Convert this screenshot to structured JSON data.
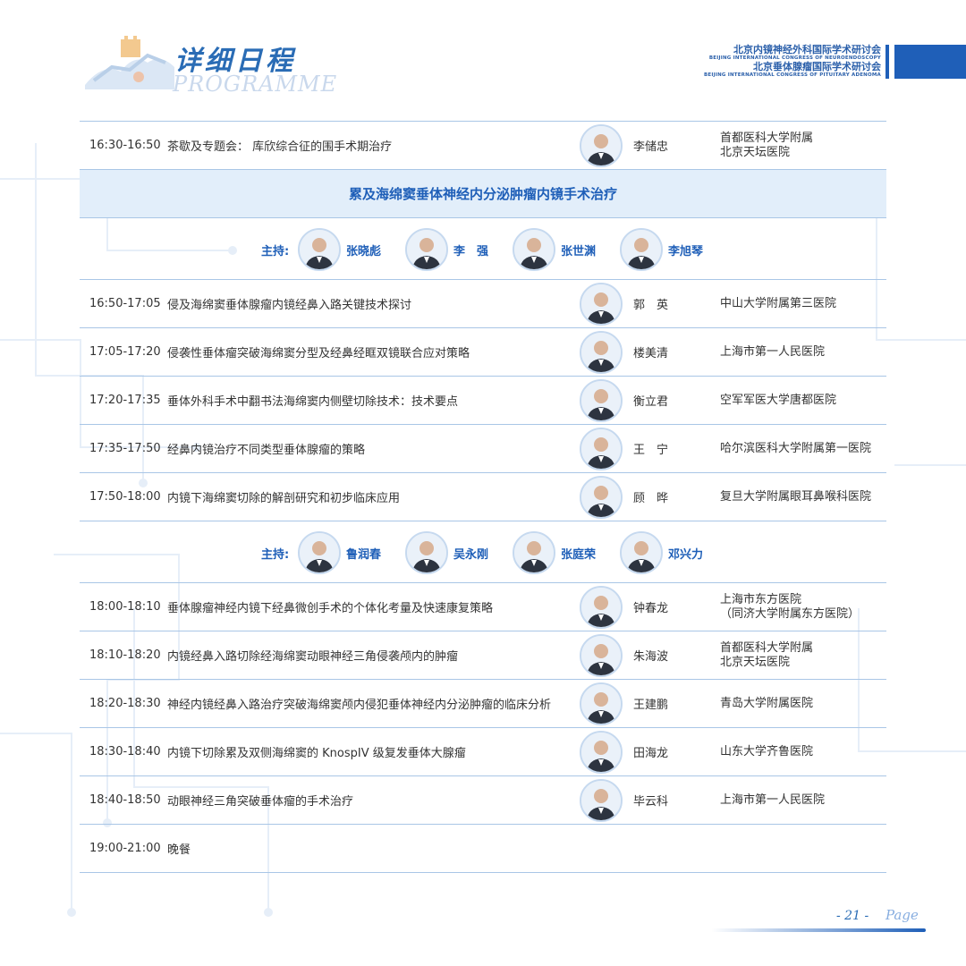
{
  "header": {
    "title_cn": "详细日程",
    "title_en": "PROGRAMME",
    "congress1_cn": "北京内镜神经外科国际学术研讨会",
    "congress1_en": "BEIJING INTERNATIONAL CONGRESS OF NEUROENDOSCOPY",
    "congress2_cn": "北京垂体腺瘤国际学术研讨会",
    "congress2_en": "BEIJING INTERNATIONAL CONGRESS OF PITUITARY ADENOMA"
  },
  "rows": [
    {
      "time": "16:30-16:50",
      "topic": "茶歇及专题会： 库欣综合征的围手术期治疗",
      "speaker": "李储忠",
      "inst": "首都医科大学附属\n北京天坛医院"
    }
  ],
  "section": {
    "title": "累及海绵窦垂体神经内分泌肿瘤内镜手术治疗"
  },
  "hosts1": {
    "label": "主持:",
    "names": [
      "张晓彪",
      "李　强",
      "张世渊",
      "李旭琴"
    ]
  },
  "rows2": [
    {
      "time": "16:50-17:05",
      "topic": "侵及海绵窦垂体腺瘤内镜经鼻入路关键技术探讨",
      "speaker": "郭　英",
      "inst": "中山大学附属第三医院"
    },
    {
      "time": "17:05-17:20",
      "topic": "侵袭性垂体瘤突破海绵窦分型及经鼻经眶双镜联合应对策略",
      "speaker": "楼美清",
      "inst": "上海市第一人民医院"
    },
    {
      "time": "17:20-17:35",
      "topic": "垂体外科手术中翻书法海绵窦内侧壁切除技术：技术要点",
      "speaker": "衡立君",
      "inst": "空军军医大学唐都医院"
    },
    {
      "time": "17:35-17:50",
      "topic": "经鼻内镜治疗不同类型垂体腺瘤的策略",
      "speaker": "王　宁",
      "inst": "哈尔滨医科大学附属第一医院"
    },
    {
      "time": "17:50-18:00",
      "topic": "内镜下海绵窦切除的解剖研究和初步临床应用",
      "speaker": "顾　晔",
      "inst": "复旦大学附属眼耳鼻喉科医院"
    }
  ],
  "hosts2": {
    "label": "主持:",
    "names": [
      "鲁润春",
      "吴永刚",
      "张庭荣",
      "邓兴力"
    ]
  },
  "rows3": [
    {
      "time": "18:00-18:10",
      "topic": "垂体腺瘤神经内镜下经鼻微创手术的个体化考量及快速康复策略",
      "speaker": "钟春龙",
      "inst": "上海市东方医院\n（同济大学附属东方医院）"
    },
    {
      "time": "18:10-18:20",
      "topic": "内镜经鼻入路切除经海绵窦动眼神经三角侵袭颅内的肿瘤",
      "speaker": "朱海波",
      "inst": "首都医科大学附属\n北京天坛医院"
    },
    {
      "time": "18:20-18:30",
      "topic": "神经内镜经鼻入路治疗突破海绵窦颅内侵犯垂体神经内分泌肿瘤的临床分析",
      "speaker": "王建鹏",
      "inst": "青岛大学附属医院"
    },
    {
      "time": "18:30-18:40",
      "topic": "内镜下切除累及双侧海绵窦的 KnospIV 级复发垂体大腺瘤",
      "speaker": "田海龙",
      "inst": "山东大学齐鲁医院"
    },
    {
      "time": "18:40-18:50",
      "topic": "动眼神经三角突破垂体瘤的手术治疗",
      "speaker": "毕云科",
      "inst": "上海市第一人民医院"
    },
    {
      "time": "19:00-21:00",
      "topic": "晚餐",
      "speaker": "",
      "inst": ""
    }
  ],
  "footer": {
    "page_number": "- 21 -",
    "page_word": "Page"
  },
  "colors": {
    "accent": "#1f5fb8",
    "section_bg": "#e2eefa",
    "rule": "#a9c6e6"
  }
}
